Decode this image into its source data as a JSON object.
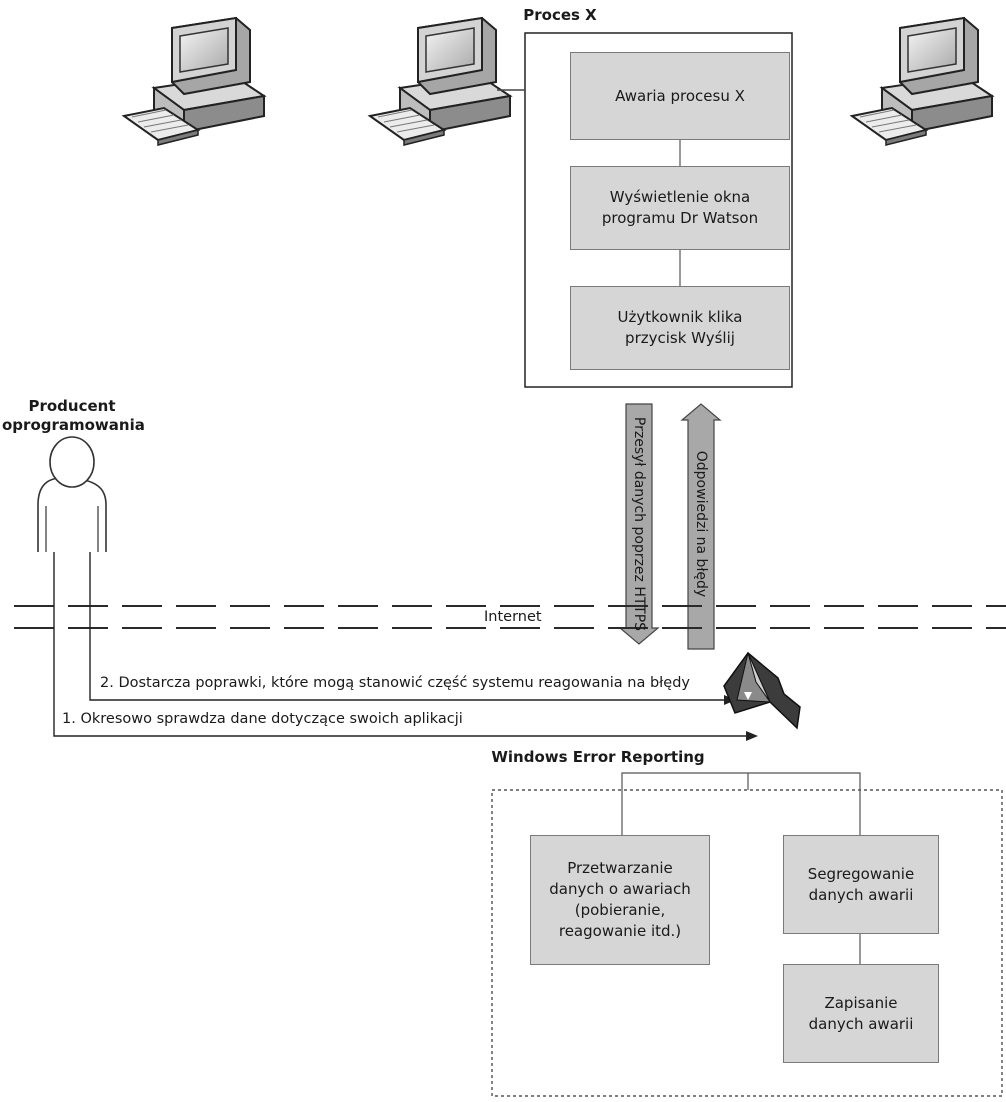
{
  "process": {
    "title": "Proces X",
    "steps": [
      "Awaria procesu X",
      "Wyświetlenie okna\nprogramu Dr Watson",
      "Użytkownik klika\nprzycisk Wyślij"
    ]
  },
  "transfer": {
    "upload_label": "Przesył danych poprzez HTTPS",
    "response_label": "Odpowiedzi na błędy"
  },
  "network": {
    "internet_label": "Internet"
  },
  "vendor": {
    "title": "Producent\noprogramowania",
    "step1": "1. Okresowo sprawdza dane dotyczące swoich aplikacji",
    "step2": "2. Dostarcza poprawki, które mogą stanowić część systemu reagowania na błędy"
  },
  "wer": {
    "title": "Windows Error Reporting",
    "boxes": {
      "processing": "Przetwarzanie\ndanych o awariach\n(pobieranie,\nreagowanie itd.)",
      "sorting": "Segregowanie\ndanych awarii",
      "saving": "Zapisanie\ndanych awarii"
    }
  },
  "icons": {
    "computer": "desktop-computer-icon",
    "user": "user-icon",
    "wer_logo": "windows-error-reporting-icon"
  }
}
